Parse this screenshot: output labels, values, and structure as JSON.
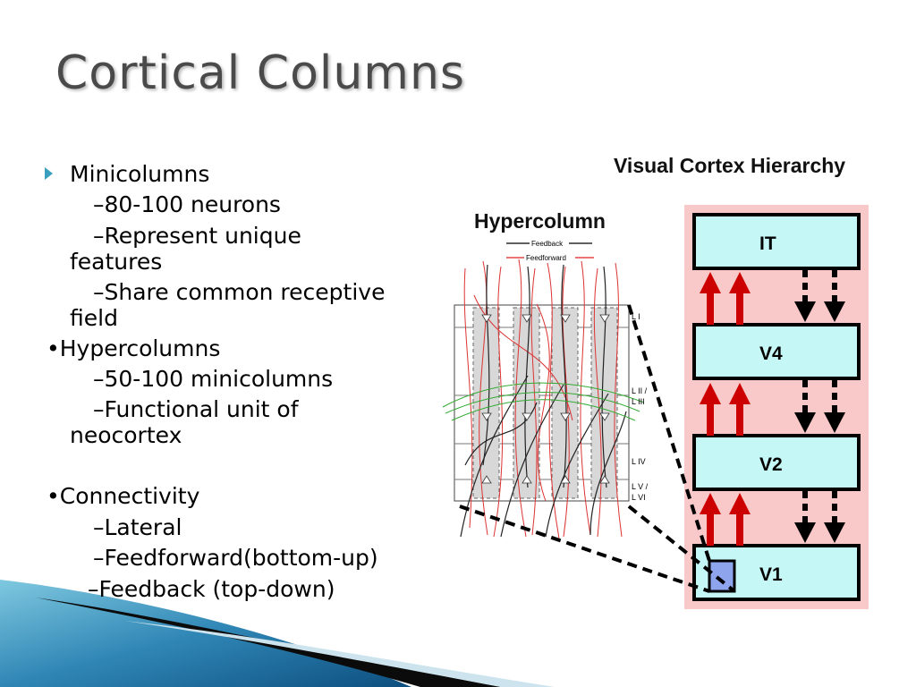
{
  "slide": {
    "title": "Cortical Columns",
    "bullets": [
      {
        "text": "Minicolumns"
      },
      {
        "text": "–80-100 neurons"
      },
      {
        "text": "–Represent unique"
      },
      {
        "text": "features"
      },
      {
        "text": "–Share common receptive"
      },
      {
        "text": "field"
      },
      {
        "text": "•Hypercolumns"
      },
      {
        "text": "–50-100 minicolumns"
      },
      {
        "text": "–Functional unit of"
      },
      {
        "text": "neocortex"
      },
      {
        "text": "•Connectivity"
      },
      {
        "text": "–Lateral"
      },
      {
        "text": "–Feedforward(bottom-up)"
      },
      {
        "text": "–Feedback (top-down)"
      }
    ]
  },
  "diagram": {
    "hierarchy_title": "Visual Cortex Hierarchy",
    "hypercolumn_title": "Hypercolumn",
    "legend": {
      "feedback": "Feedback",
      "feedforward": "Feedforward"
    },
    "layers": [
      "L I",
      "L II /",
      "L III",
      "L IV",
      "L V /",
      "L VI"
    ],
    "areas": [
      "IT",
      "V4",
      "V2",
      "V1"
    ],
    "colors": {
      "area_fill": "#c6f7f7",
      "hierarchy_bg": "#f9c8c8",
      "feedforward_arrow": "#cc0000",
      "feedback_arrow": "#111111",
      "minicolumn_fill": "#d8d8d8",
      "lateral_line": "#33aa33",
      "v1_patch": "#8ea4ec",
      "bullet_accent": "#3a9fbf"
    }
  }
}
